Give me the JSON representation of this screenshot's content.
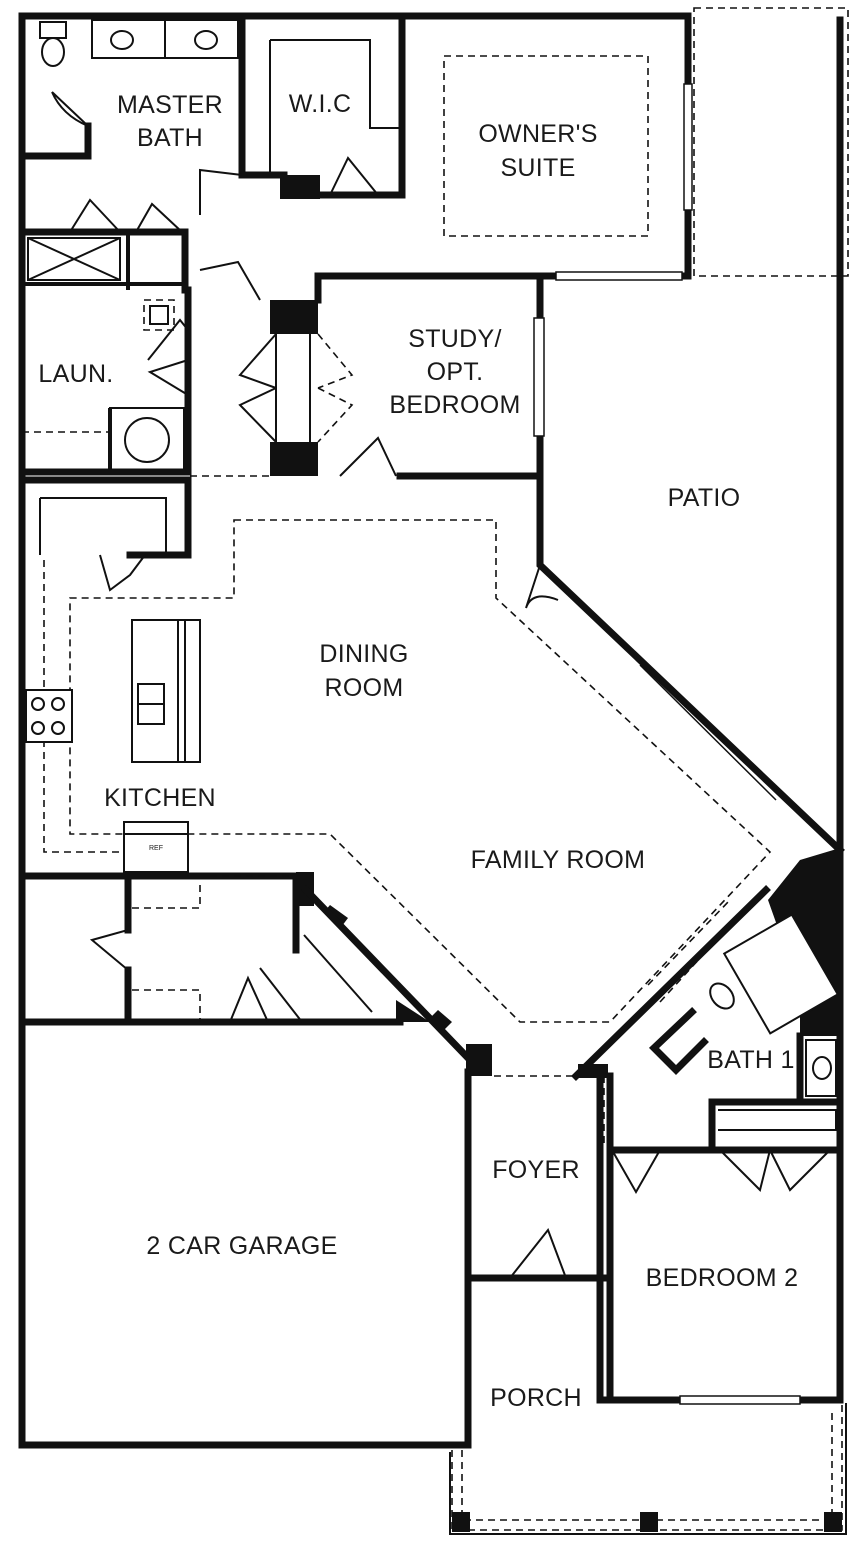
{
  "rooms": {
    "master_bath": {
      "line1": "MASTER",
      "line2": "BATH"
    },
    "wic": "W.I.C",
    "owners_suite": {
      "line1": "OWNER'S",
      "line2": "SUITE"
    },
    "laundry": "LAUN.",
    "study": {
      "line1": "STUDY/",
      "line2": "OPT.",
      "line3": "BEDROOM"
    },
    "patio": "PATIO",
    "dining_room": {
      "line1": "DINING",
      "line2": "ROOM"
    },
    "kitchen": "KITCHEN",
    "family_room": "FAMILY ROOM",
    "bath_1": "BATH 1",
    "foyer": "FOYER",
    "garage": "2 CAR GARAGE",
    "bedroom_2": "BEDROOM 2",
    "porch": "PORCH"
  },
  "appliances": {
    "refrigerator": "REF"
  }
}
